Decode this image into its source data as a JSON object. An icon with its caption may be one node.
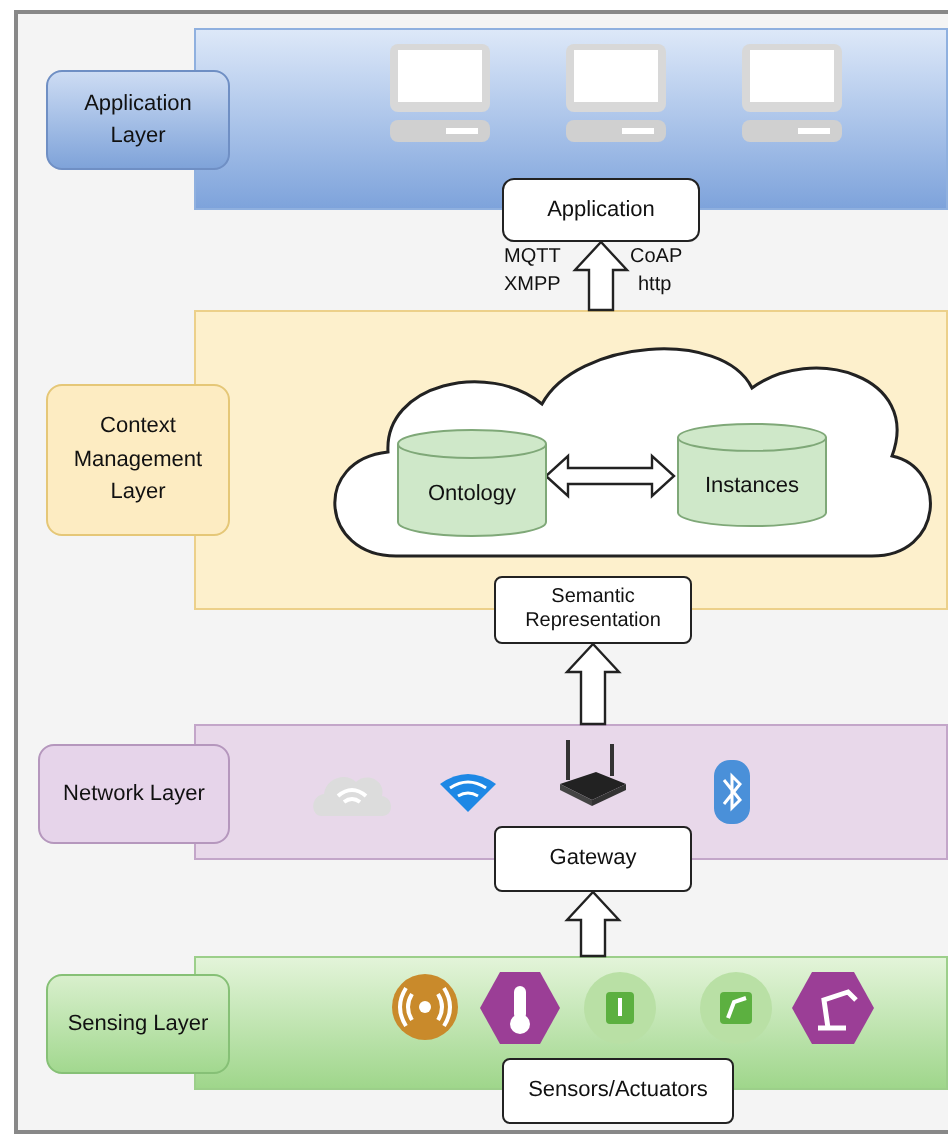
{
  "diagram": {
    "nodes": [
      {
        "text": [
          "Application Layer"
        ]
      },
      {
        "text": [],
        "shape": "box"
      },
      {
        "text": [
          "Application"
        ]
      },
      {
        "text": [
          "Context Management Layer"
        ]
      },
      {
        "text": [],
        "shape": "box"
      },
      {
        "text": [],
        "shape": "cloud",
        "in": 4
      },
      {
        "text": [
          "Ontology"
        ],
        "in": 5
      },
      {
        "text": [
          "Instances"
        ],
        "in": 5
      },
      {
        "text": [
          "Semantic Representation"
        ]
      },
      {
        "text": [
          "Network Layer"
        ]
      },
      {
        "text": [],
        "shape": "box"
      },
      {
        "text": [
          "Gateway"
        ]
      },
      {
        "text": [
          "Sensing Layer"
        ]
      },
      {
        "text": [],
        "shape": "box"
      },
      {
        "text": [
          "Sensors/Actuators"
        ]
      }
    ],
    "edges": [
      {
        "from": 4,
        "to": 2,
        "arrow": "to"
      },
      {
        "from": 6,
        "to": 7,
        "arrow": "both"
      },
      {
        "from": 10,
        "to": 8,
        "arrow": "to"
      },
      {
        "from": 13,
        "to": 11,
        "arrow": "to"
      }
    ],
    "labels": [
      "MQTT",
      "CoAP",
      "XMPP",
      "http"
    ]
  }
}
